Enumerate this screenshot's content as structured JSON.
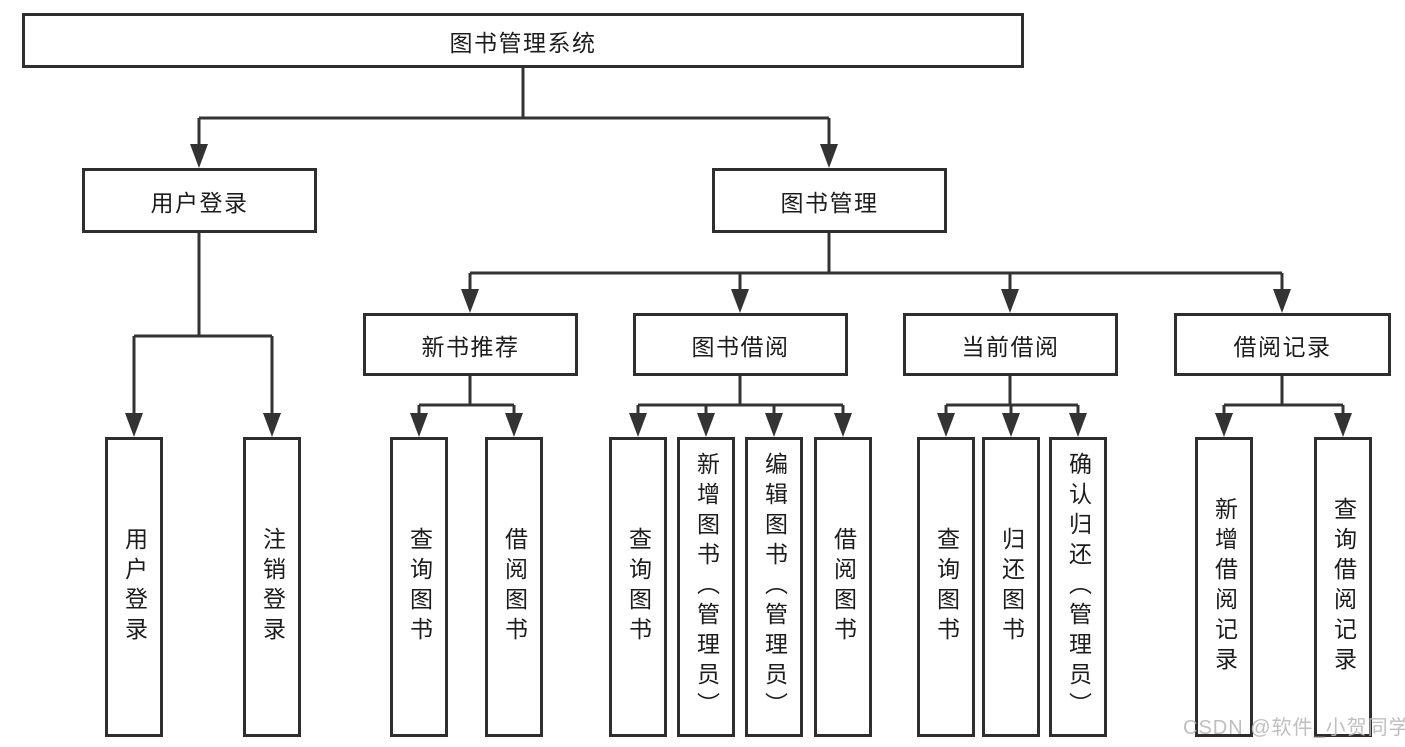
{
  "tree": {
    "root": {
      "label": "图书管理系统"
    },
    "branches": [
      {
        "label": "用户登录",
        "children": [
          {
            "label": "用户登录"
          },
          {
            "label": "注销登录"
          }
        ]
      },
      {
        "label": "图书管理",
        "groups": [
          {
            "label": "新书推荐",
            "children": [
              {
                "label": "查询图书"
              },
              {
                "label": "借阅图书"
              }
            ]
          },
          {
            "label": "图书借阅",
            "children": [
              {
                "label": "查询图书"
              },
              {
                "label": "新增图书（管理员）"
              },
              {
                "label": "编辑图书（管理员）"
              },
              {
                "label": "借阅图书"
              }
            ]
          },
          {
            "label": "当前借阅",
            "children": [
              {
                "label": "查询图书"
              },
              {
                "label": "归还图书"
              },
              {
                "label": "确认归还（管理员）"
              }
            ]
          },
          {
            "label": "借阅记录",
            "children": [
              {
                "label": "新增借阅记录"
              },
              {
                "label": "查询借阅记录"
              }
            ]
          }
        ]
      }
    ]
  },
  "watermark": {
    "text": "CSDN @软件_小贺同学"
  },
  "colors": {
    "line": "#333333",
    "box_border": "#2e2e2e",
    "text": "#1c1c1c",
    "background": "#ffffff",
    "watermark": "#bababa"
  }
}
